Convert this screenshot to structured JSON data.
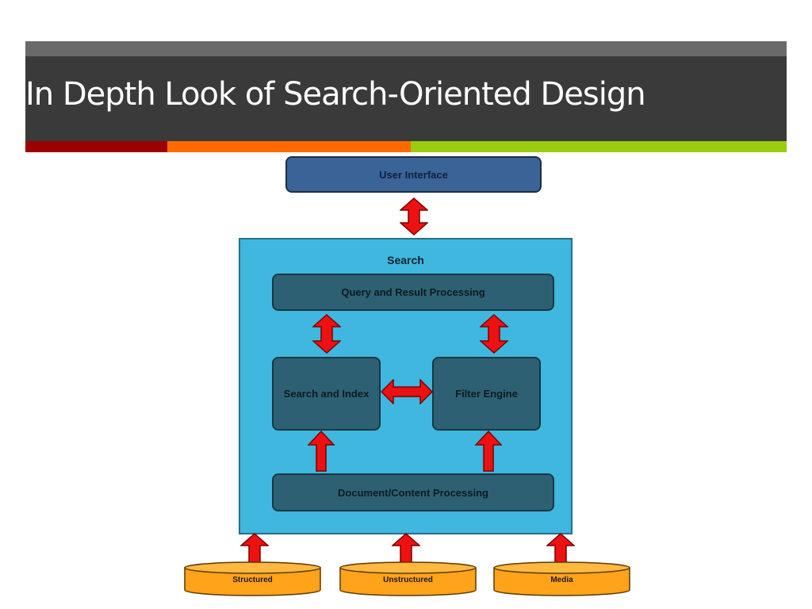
{
  "slide": {
    "title": "In Depth Look of Search-Oriented Design"
  },
  "diagram": {
    "user_interface": "User Interface",
    "search": "Search",
    "query_processing": "Query and Result Processing",
    "search_index": "Search and Index",
    "filter_engine": "Filter Engine",
    "document_processing": "Document/Content Processing",
    "sources": [
      "Structured",
      "Unstructured",
      "Media"
    ]
  },
  "colors": {
    "title_bar": "#3a3a3a",
    "accent_red": "#9c0000",
    "accent_orange": "#ff6a00",
    "accent_green": "#9acd0f",
    "ui_box": "#3a6397",
    "search_box": "#3fb7de",
    "inner_box": "#2e6073",
    "arrow": "#ee1111",
    "database": "#ffa31a"
  }
}
